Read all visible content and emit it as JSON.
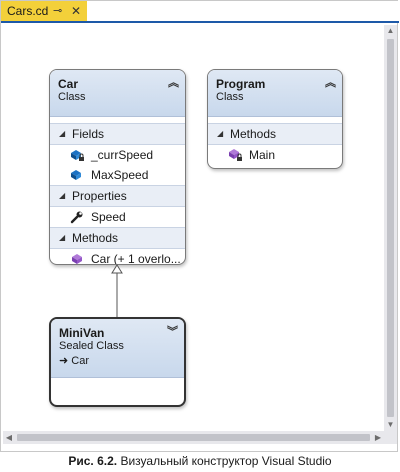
{
  "tab": {
    "title": "Cars.cd",
    "pin_glyph": "⊸",
    "close_glyph": "✕"
  },
  "classes": {
    "car": {
      "name": "Car",
      "kind": "Class",
      "fields_label": "Fields",
      "fields": [
        "_currSpeed",
        "MaxSpeed"
      ],
      "properties_label": "Properties",
      "properties": [
        "Speed"
      ],
      "methods_label": "Methods",
      "methods": [
        "Car (+ 1 overlo..."
      ]
    },
    "program": {
      "name": "Program",
      "kind": "Class",
      "methods_label": "Methods",
      "methods": [
        "Main"
      ]
    },
    "minivan": {
      "name": "MiniVan",
      "kind": "Sealed Class",
      "base": "Car"
    }
  },
  "caption": {
    "figure": "Рис. 6.2.",
    "text": "Визуальный конструктор Visual Studio"
  },
  "colors": {
    "tab_active": "#f3d03a",
    "tab_underline": "#1d59a8",
    "header_top": "#dfe8f4",
    "header_bottom": "#c8d8ec"
  }
}
